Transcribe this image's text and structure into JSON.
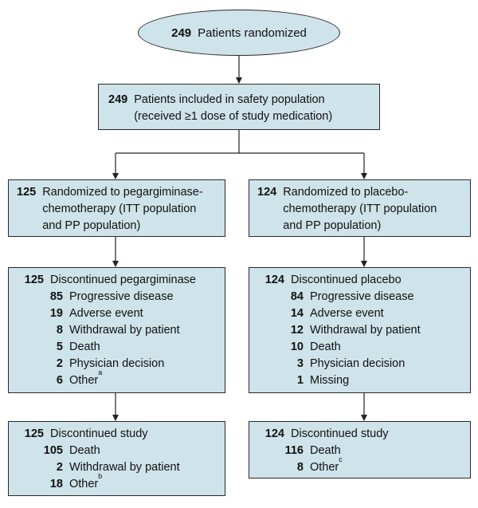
{
  "randomized": {
    "count": "249",
    "label": "Patients randomized"
  },
  "safety": {
    "count": "249",
    "label": "Patients included in safety population\n(received ≥1 dose of study medication)"
  },
  "arms": [
    {
      "randomized": {
        "count": "125",
        "label": "Randomized to pegargiminase-\nchemotherapy (ITT population\nand PP population)"
      },
      "discontinued_drug": {
        "count": "125",
        "label": "Discontinued pegargiminase",
        "reasons": [
          {
            "count": "85",
            "label": "Progressive disease"
          },
          {
            "count": "19",
            "label": "Adverse event"
          },
          {
            "count": "8",
            "label": "Withdrawal by patient"
          },
          {
            "count": "5",
            "label": "Death"
          },
          {
            "count": "2",
            "label": "Physician decision"
          },
          {
            "count": "6",
            "label": "Other",
            "note": "a"
          }
        ]
      },
      "discontinued_study": {
        "count": "125",
        "label": "Discontinued study",
        "reasons": [
          {
            "count": "105",
            "label": "Death"
          },
          {
            "count": "2",
            "label": "Withdrawal by patient"
          },
          {
            "count": "18",
            "label": "Other",
            "note": "b"
          }
        ]
      }
    },
    {
      "randomized": {
        "count": "124",
        "label": "Randomized to placebo-\nchemotherapy (ITT population\nand PP population)"
      },
      "discontinued_drug": {
        "count": "124",
        "label": "Discontinued placebo",
        "reasons": [
          {
            "count": "84",
            "label": "Progressive disease"
          },
          {
            "count": "14",
            "label": "Adverse event"
          },
          {
            "count": "12",
            "label": "Withdrawal by patient"
          },
          {
            "count": "10",
            "label": "Death"
          },
          {
            "count": "3",
            "label": "Physician decision"
          },
          {
            "count": "1",
            "label": "Missing"
          }
        ]
      },
      "discontinued_study": {
        "count": "124",
        "label": "Discontinued study",
        "reasons": [
          {
            "count": "116",
            "label": "Death"
          },
          {
            "count": "8",
            "label": "Other",
            "note": "c"
          }
        ]
      }
    }
  ]
}
